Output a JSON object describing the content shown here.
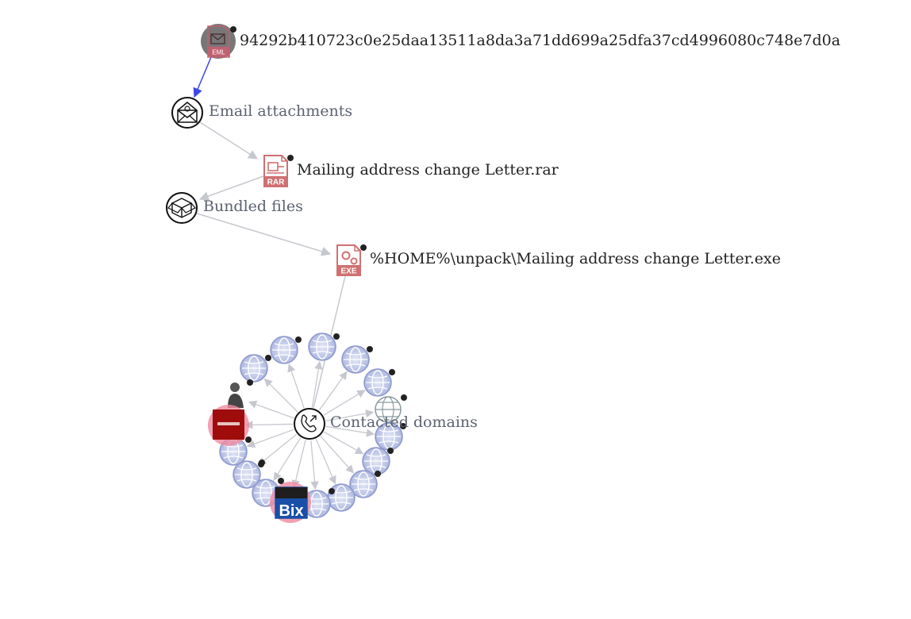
{
  "colors": {
    "edge": "#c6c8cf",
    "edge_active": "#3b47e6",
    "file_icon": "#d07070",
    "eml_node_bg": "#777777",
    "eml_icon": "#c06070",
    "group_stroke": "#111111",
    "domain_fill": "#c9d0ec",
    "domain_stroke": "#8c98cc",
    "dot": "#222222",
    "highlight": "#ef8aa0"
  },
  "nodes": {
    "root": {
      "label": "94292b410723c0e25daa13511a8da3a71dd699a25dfa37cd4996080c748e7d0a",
      "icon": "eml-file-icon",
      "badge": "EML"
    },
    "email_attachments": {
      "label": "Email attachments",
      "icon": "envelope-icon"
    },
    "rar_file": {
      "label": "Mailing address change Letter.rar",
      "icon": "rar-file-icon",
      "badge": "RAR"
    },
    "bundled_files": {
      "label": "Bundled files",
      "icon": "box-icon"
    },
    "exe_file": {
      "label": "%HOME%\\unpack\\Mailing address change Letter.exe",
      "icon": "exe-file-icon",
      "badge": "EXE"
    },
    "contacted_domains": {
      "label": "Contacted domains",
      "icon": "phone-call-icon"
    }
  },
  "thumbnails": {
    "red_thumb": {
      "text": "",
      "icon": "red-site-thumbnail"
    },
    "bix_thumb": {
      "text": "Bix",
      "icon": "bix-site-thumbnail"
    },
    "person_thumb": {
      "icon": "person-thumbnail"
    },
    "grey_globe": {
      "icon": "grey-globe-icon"
    }
  }
}
